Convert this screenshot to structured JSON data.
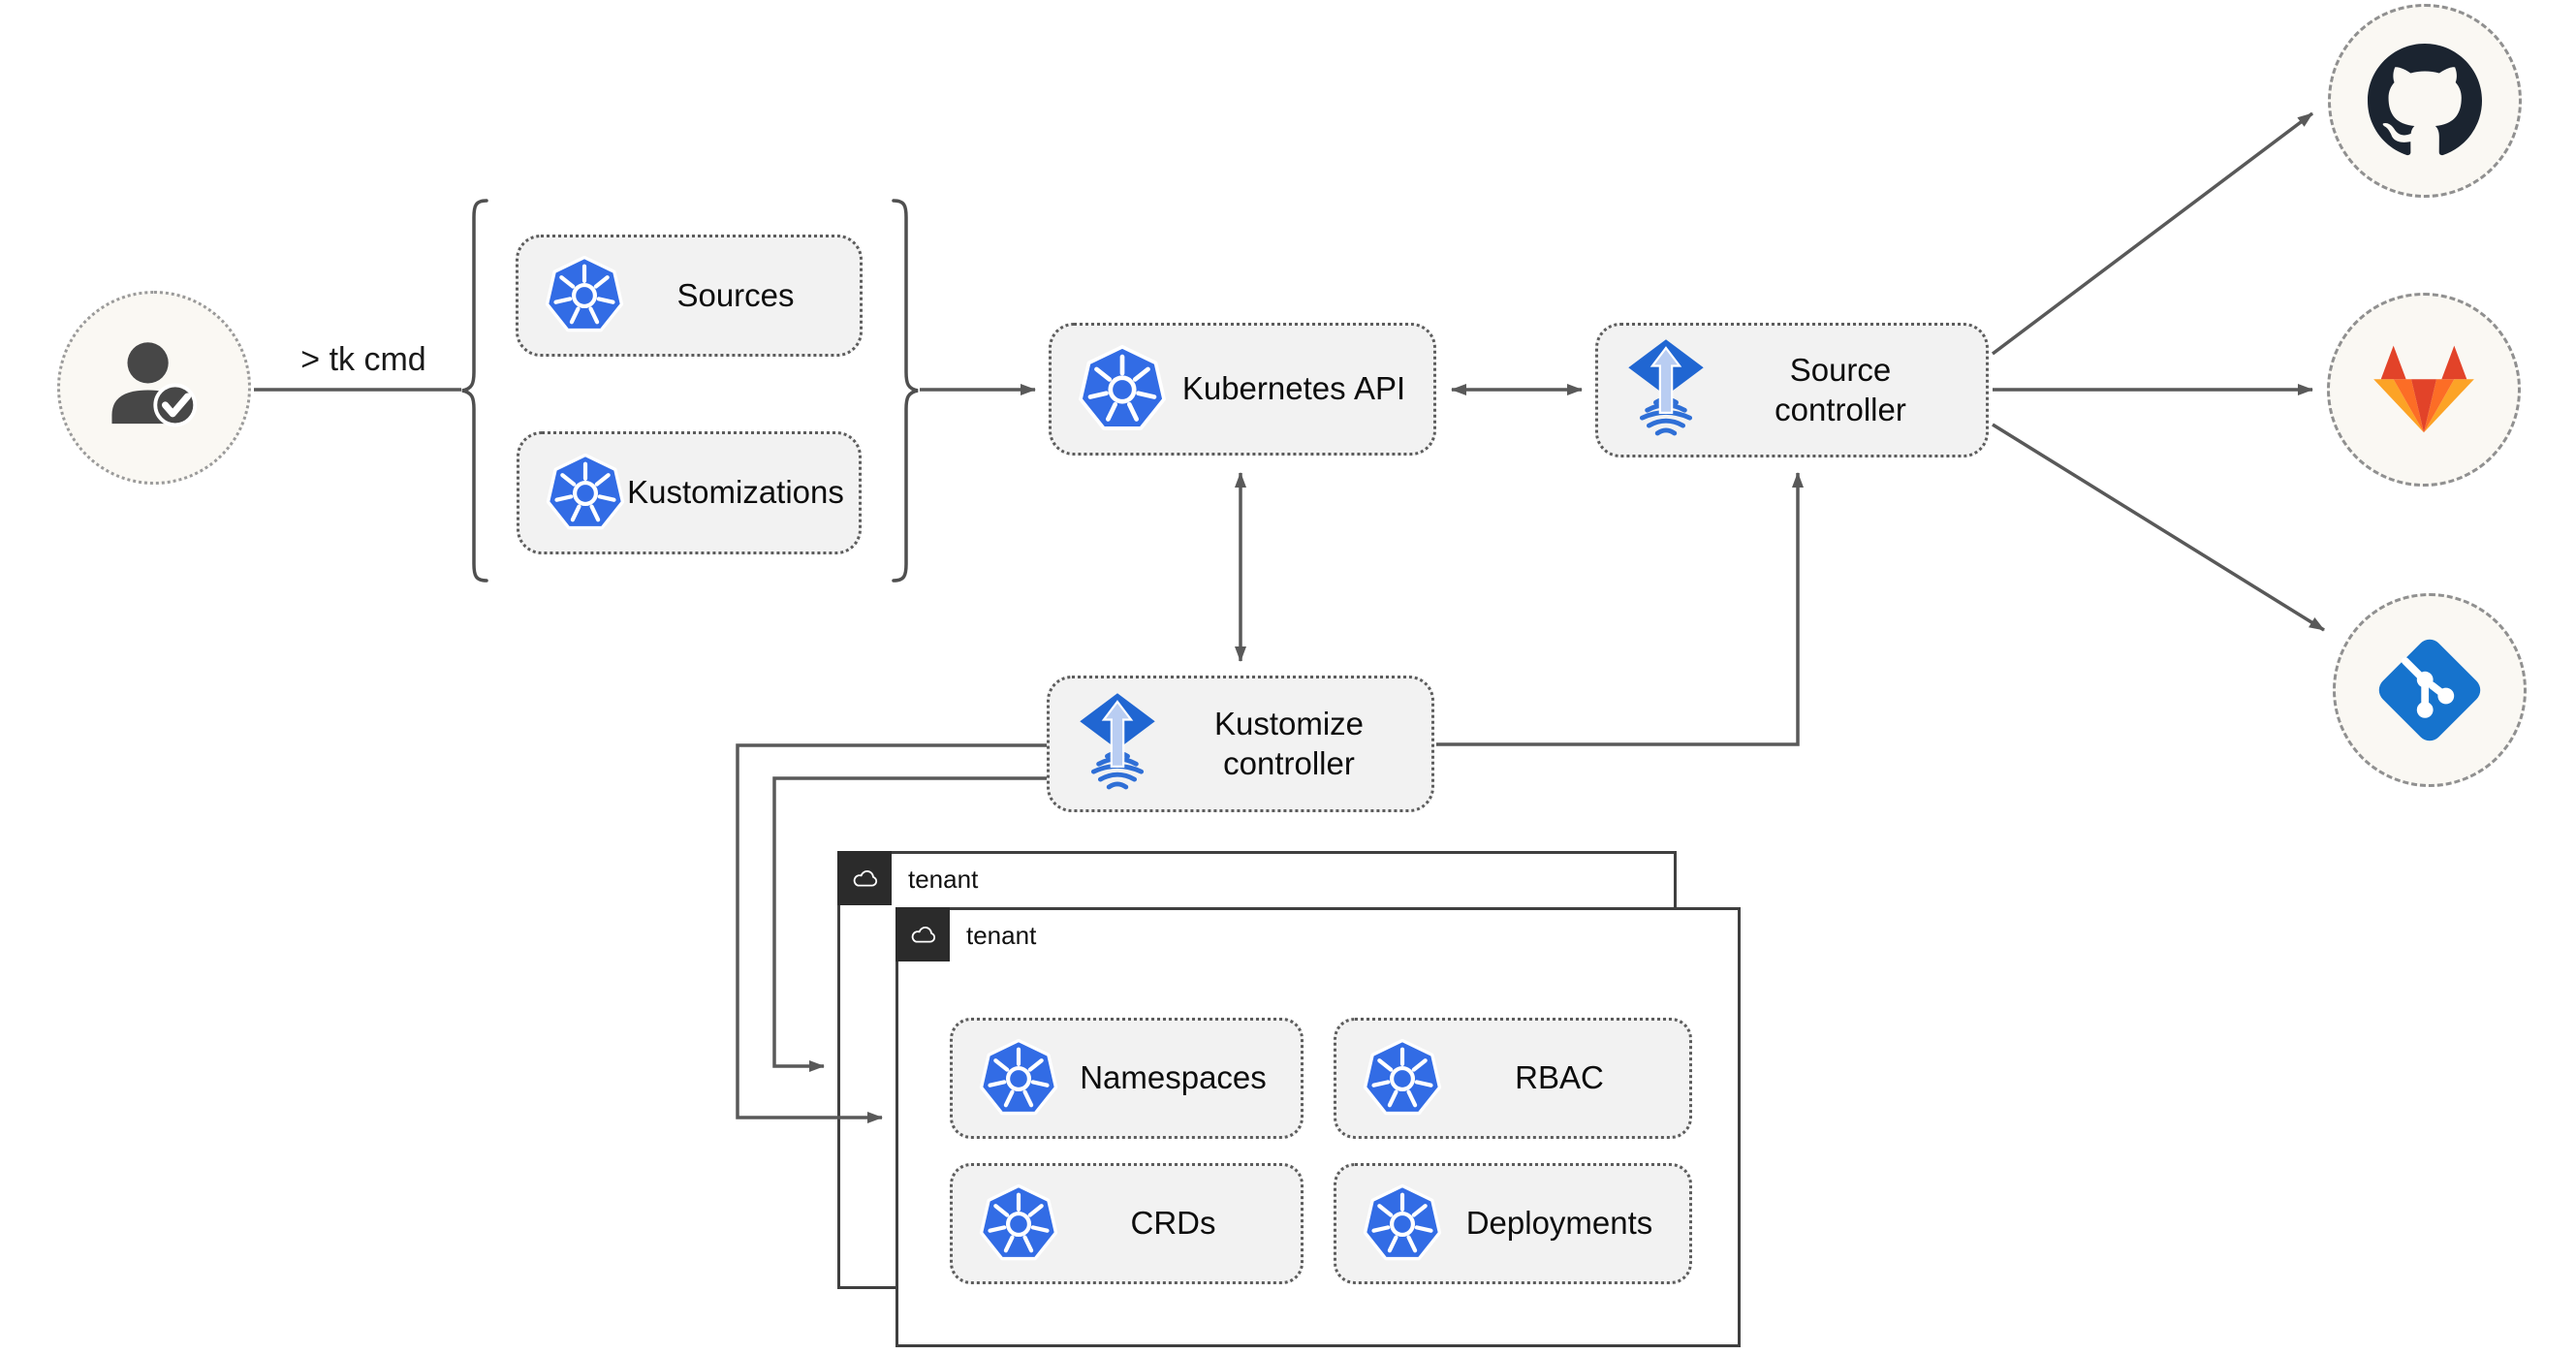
{
  "theme": {
    "background": "#ffffff",
    "wire_color": "#595959",
    "box_fill": "#f2f2f2",
    "box_border": "#5c5c5c",
    "tenant_border": "#3f3f3f",
    "tenant_header_bg": "#2b2b2b",
    "circle_fill": "#faf8f3",
    "circle_border": "#909090",
    "text_color": "#111111",
    "kubernetes_blue": "#326ce5",
    "flux_blue": "#2066d2",
    "flux_arrow_light": "#b9cdf2",
    "github_dark": "#1b2430",
    "gitlab_red": "#e24329",
    "gitlab_orange": "#fc6d26",
    "gitlab_amber": "#fca326",
    "git_blue": "#1673cd"
  },
  "actor": {
    "icon": "user-check-icon",
    "command_label": "> tk cmd"
  },
  "crd_group": {
    "items": [
      {
        "label": "Sources",
        "icon": "kubernetes-icon"
      },
      {
        "label": "Kustomizations",
        "icon": "kubernetes-icon"
      }
    ]
  },
  "nodes": {
    "kubernetes_api": {
      "label": "Kubernetes API",
      "icon": "kubernetes-icon"
    },
    "source_controller": {
      "label": "Source controller",
      "icon": "flux-icon"
    },
    "kustomize_controller": {
      "label": "Kustomize controller",
      "icon": "flux-icon"
    }
  },
  "tenants": {
    "back": {
      "label": "tenant",
      "icon": "cloud-icon"
    },
    "front": {
      "label": "tenant",
      "icon": "cloud-icon"
    },
    "resources": [
      {
        "label": "Namespaces",
        "icon": "kubernetes-icon"
      },
      {
        "label": "RBAC",
        "icon": "kubernetes-icon"
      },
      {
        "label": "CRDs",
        "icon": "kubernetes-icon"
      },
      {
        "label": "Deployments",
        "icon": "kubernetes-icon"
      }
    ]
  },
  "remotes": [
    {
      "name": "GitHub",
      "icon": "github-icon"
    },
    {
      "name": "GitLab",
      "icon": "gitlab-icon"
    },
    {
      "name": "Git",
      "icon": "git-icon"
    }
  ]
}
